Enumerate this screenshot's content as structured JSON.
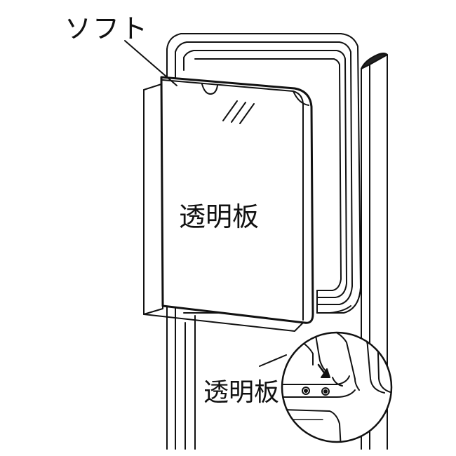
{
  "labels": {
    "soft": "ソフト",
    "panel_main": "透明板",
    "panel_detail": "透明板"
  },
  "colors": {
    "line": "#111111",
    "background": "#ffffff",
    "shade": "#cccccc"
  }
}
